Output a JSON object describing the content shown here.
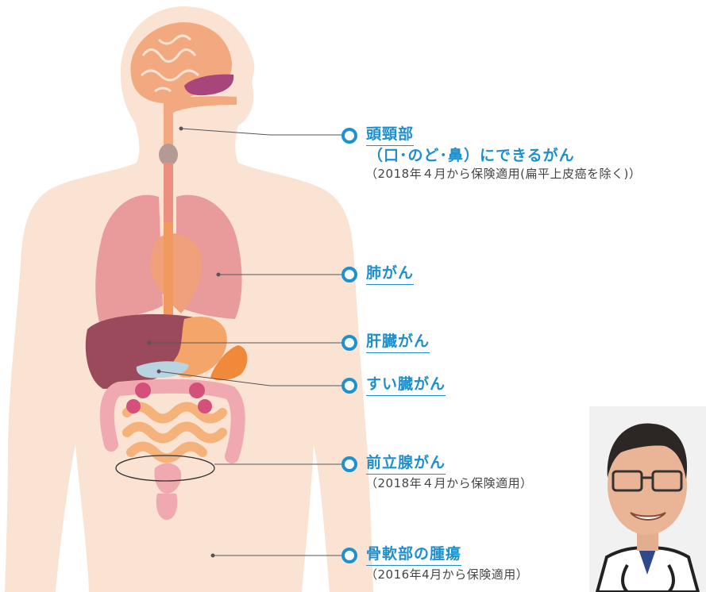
{
  "labels": {
    "head_neck": {
      "title": "頭頸部",
      "subtitle": "（口･のど･鼻）にできるがん",
      "note": "（2018年４月から保険適用(扁平上皮癌を除く)）"
    },
    "lung": {
      "title": "肺がん"
    },
    "liver": {
      "title": "肝臓がん"
    },
    "pancreas": {
      "title": "すい臓がん"
    },
    "prostate": {
      "title": "前立腺がん",
      "note": "（2018年４月から保険適用）"
    },
    "bone_soft_tissue": {
      "title": "骨軟部の腫瘍",
      "note": "（2016年4月から保険適用）"
    }
  },
  "colors": {
    "accent": "#1d8fcc",
    "skin": "#fbe3d3",
    "brain": "#f2a97f",
    "lung": "#e99a9a",
    "liver": "#9a4a5a",
    "stomach": "#f3a56a",
    "intestine": "#f5b27a",
    "pancreas": "#b9d3e0"
  },
  "icons": [
    "doctor-portrait"
  ]
}
